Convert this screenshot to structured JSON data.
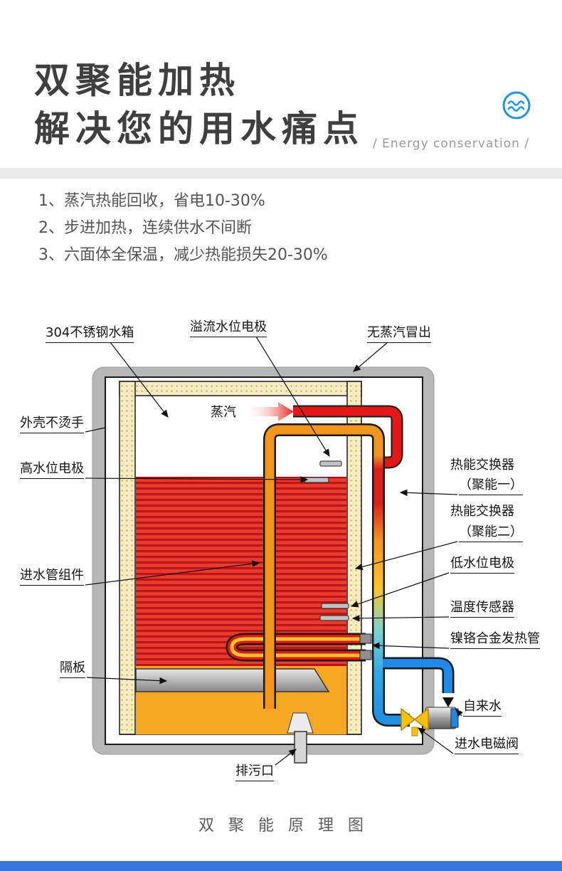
{
  "header": {
    "title_line1": "双聚能加热",
    "title_line2": "解决您的用水痛点",
    "subtitle": "/ Energy conservation /"
  },
  "features": [
    "1、蒸汽热能回收，省电10-30%",
    "2、步进加热，连续供水不间断",
    "3、六面体全保温，减少热能损失20-30%"
  ],
  "diagram": {
    "labels": {
      "tank": "304不锈钢水箱",
      "overflow_electrode": "溢流水位电极",
      "no_steam": "无蒸汽冒出",
      "steam": "蒸汽",
      "shell": "外壳不烫手",
      "high_electrode": "高水位电极",
      "exchanger_1_name": "热能交换器",
      "exchanger_1_sub": "（聚能一）",
      "exchanger_2_name": "热能交换器",
      "exchanger_2_sub": "（聚能二）",
      "low_electrode": "低水位电极",
      "temp_sensor": "温度传感器",
      "heater_tube": "镍铬合金发热管",
      "inlet_pipe": "进水管组件",
      "partition": "隔板",
      "tap_water": "自来水",
      "inlet_valve": "进水电磁阀",
      "drain": "排污口"
    }
  },
  "footer": {
    "caption": "双聚能原理图"
  },
  "colors": {
    "hot_red": "#e01d1d",
    "pipe_orange": "#f2951f",
    "tap_blue": "#1e88e5",
    "accent_blue": "#1f96e8",
    "insulation_yellow": "#f6ecc4"
  }
}
